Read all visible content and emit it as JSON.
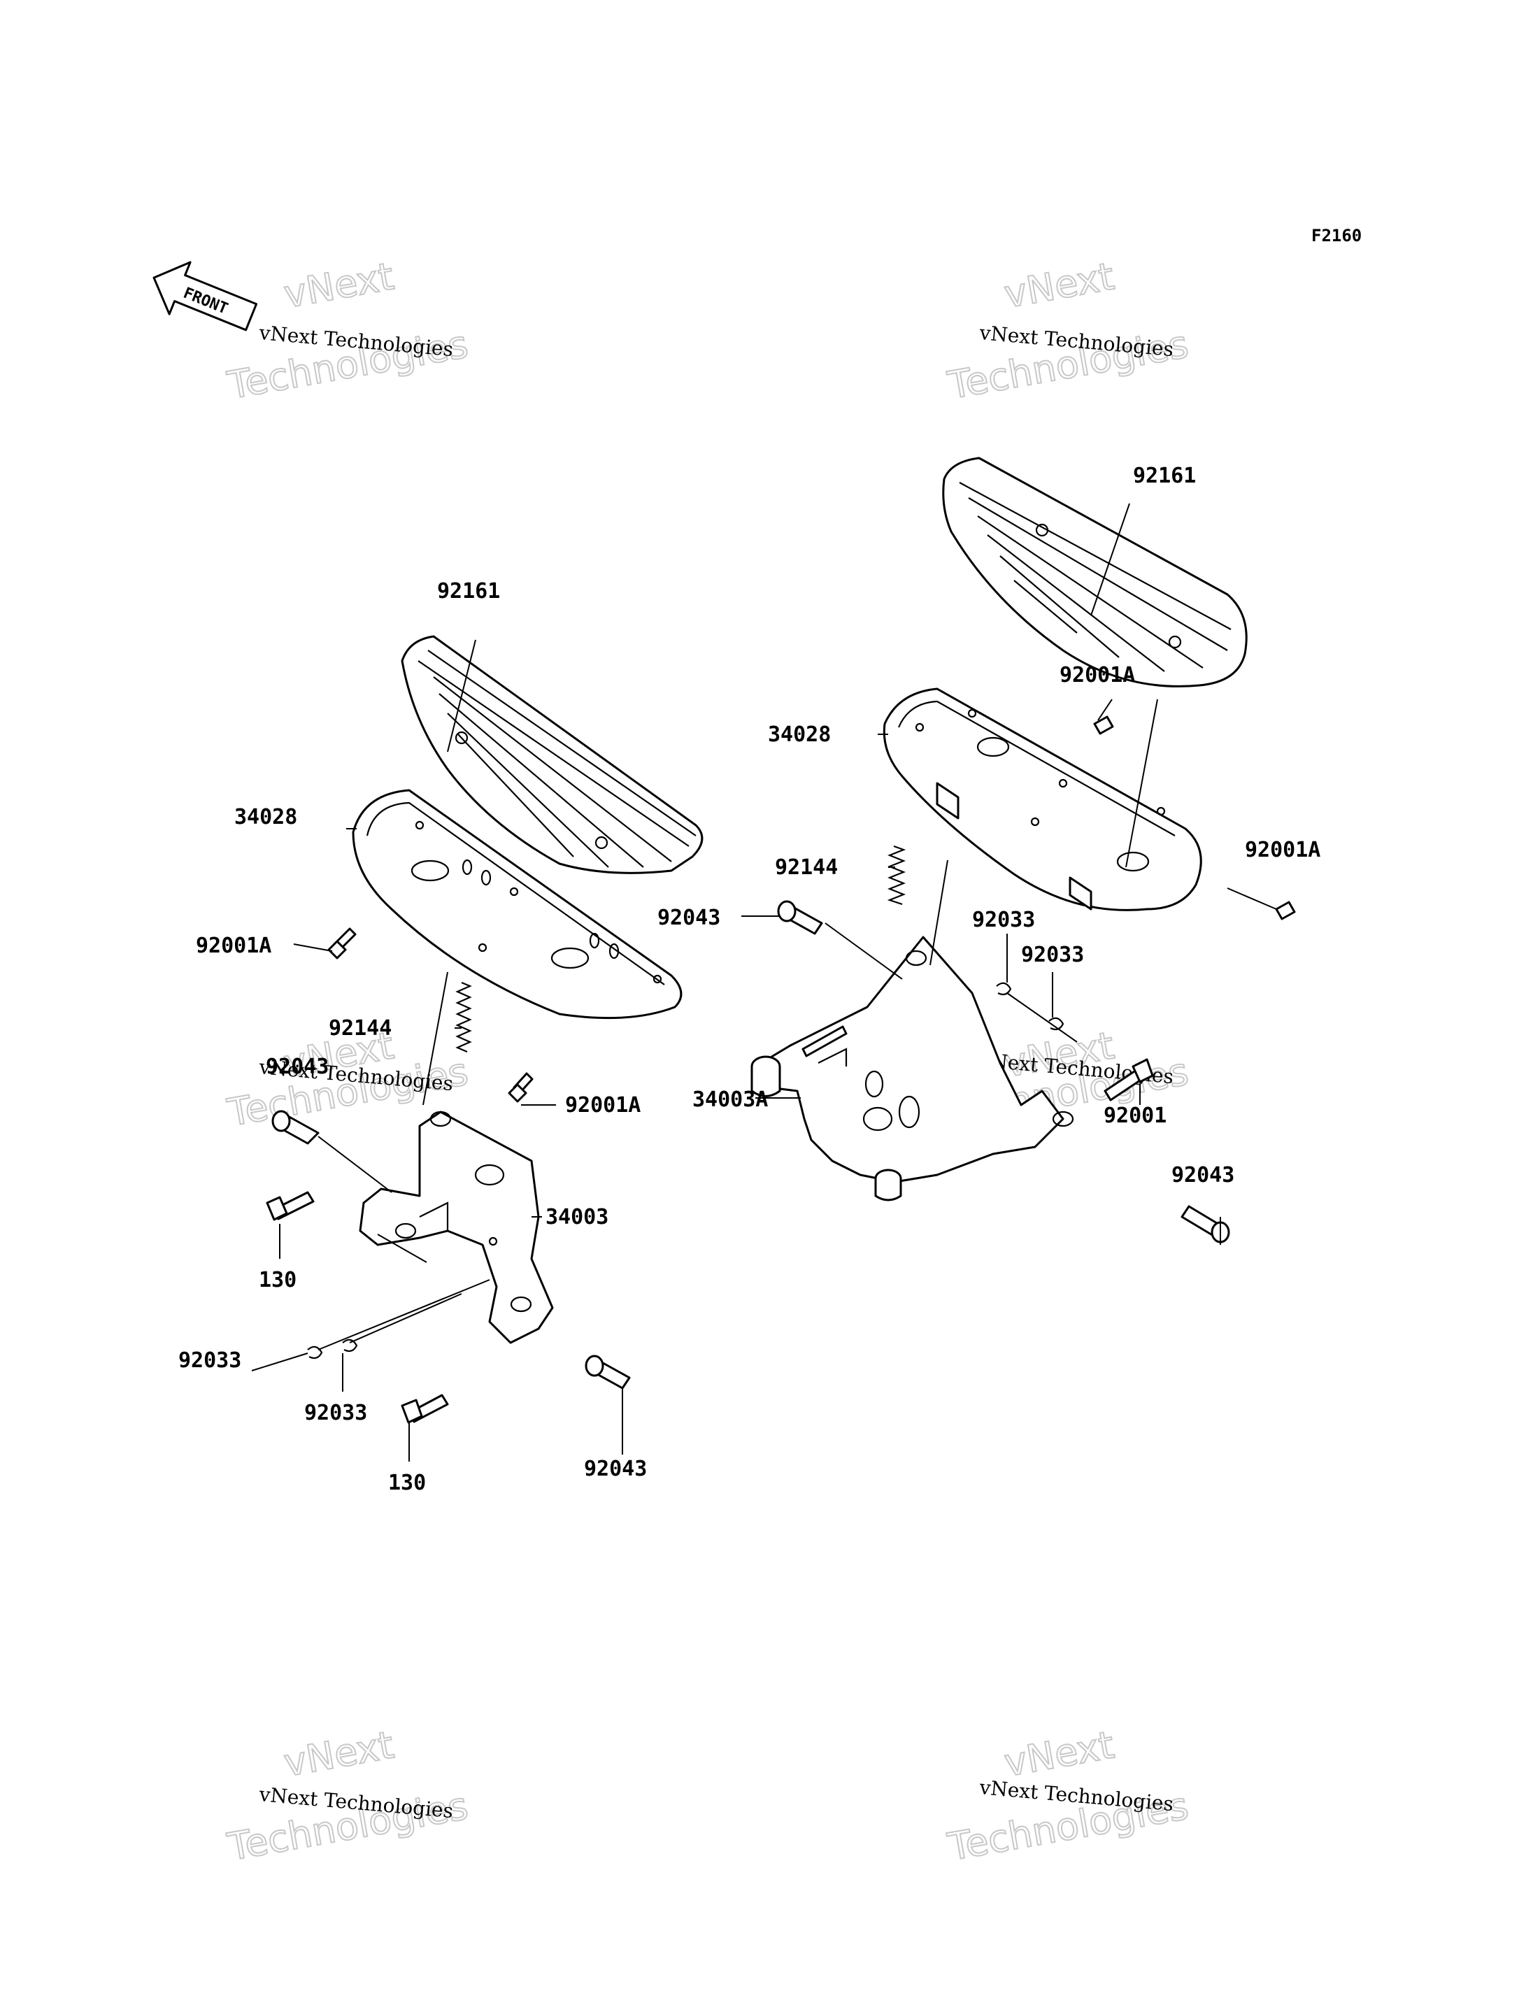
{
  "figure_code": "F2160",
  "front_indicator": {
    "label": "FRONT",
    "icon": "front-arrow-icon"
  },
  "watermark": {
    "line1": "vNext Technologies",
    "line2": "vNext",
    "line3": "Technologies",
    "color": "#c8c8c8"
  },
  "labels": {
    "left_92161": "92161",
    "left_34028": "34028",
    "left_92001A_upper": "92001A",
    "left_92144": "92144",
    "left_92043_upper": "92043",
    "left_92001A_lower": "92001A",
    "left_34003": "34003",
    "left_130_upper": "130",
    "left_92033_a": "92033",
    "left_92033_b": "92033",
    "left_130_lower": "130",
    "left_92043_lower": "92043",
    "right_92161": "92161",
    "right_92001A_top": "92001A",
    "right_34028": "34028",
    "right_92144": "92144",
    "right_92001A_side": "92001A",
    "right_92043_upper": "92043",
    "right_92033_a": "92033",
    "right_92033_b": "92033",
    "right_34003A": "34003A",
    "right_92001": "92001",
    "right_92043_lower": "92043"
  }
}
